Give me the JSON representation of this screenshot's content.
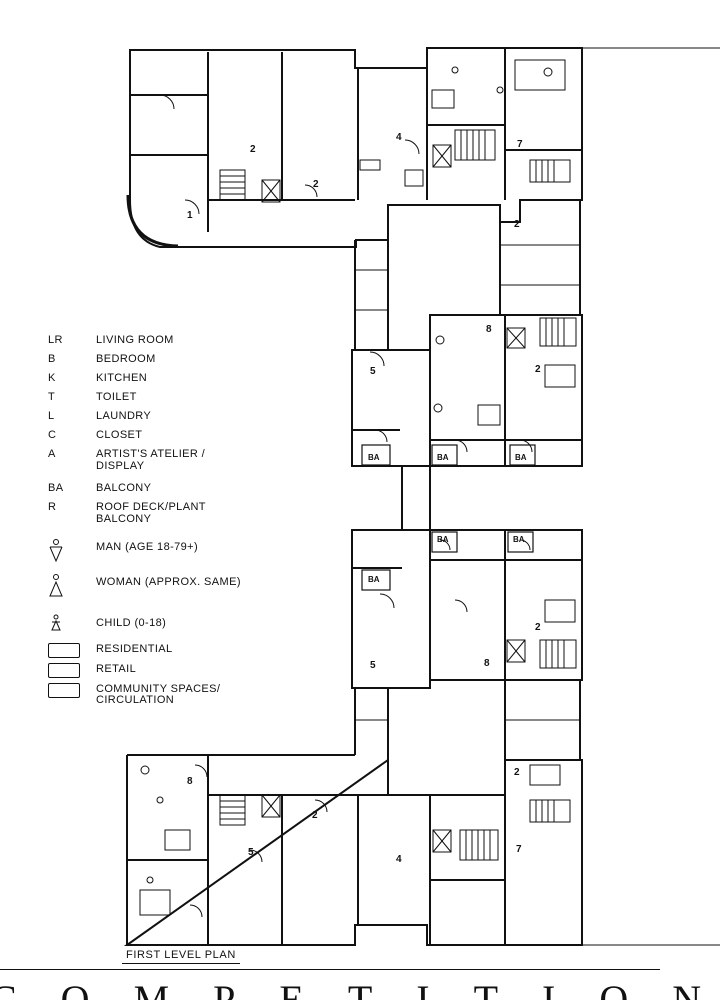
{
  "plan_title": "FIRST LEVEL PLAN",
  "banner_text": "COMPETITION",
  "legend": {
    "items": [
      {
        "abbr": "LR",
        "desc": "LIVING ROOM"
      },
      {
        "abbr": "B",
        "desc": "BEDROOM"
      },
      {
        "abbr": "K",
        "desc": "KITCHEN"
      },
      {
        "abbr": "T",
        "desc": "TOILET"
      },
      {
        "abbr": "L",
        "desc": "LAUNDRY"
      },
      {
        "abbr": "C",
        "desc": "CLOSET"
      },
      {
        "abbr": "A",
        "desc": "ARTIST'S ATELIER /",
        "desc2": "DISPLAY"
      },
      {
        "abbr": "BA",
        "desc": "BALCONY"
      },
      {
        "abbr": "R",
        "desc": "ROOF DECK/PLANT",
        "desc2": "BALCONY"
      }
    ],
    "people": [
      {
        "icon": "man-symbol-icon",
        "desc": "MAN (AGE 18-79+)"
      },
      {
        "icon": "woman-symbol-icon",
        "desc": "WOMAN (APPROX. SAME)"
      },
      {
        "icon": "child-symbol-icon",
        "desc": "CHILD (0-18)"
      }
    ],
    "zones": [
      {
        "desc": "RESIDENTIAL"
      },
      {
        "desc": "RETAIL"
      },
      {
        "desc": "COMMUNITY SPACES/",
        "desc2": "CIRCULATION"
      }
    ]
  },
  "room_numbers": {
    "nw_unit": "1",
    "nw_a": "2",
    "nw_b": "2",
    "n_mid": "4",
    "ne_unit": "7",
    "ne_stair": "2",
    "e_upper": "8",
    "e_upper_stair": "2",
    "w_upper": "5",
    "w_lower": "5",
    "e_lower": "8",
    "e_lower_stair": "2",
    "se_stair": "2",
    "sw_unit": "8",
    "s_a": "2",
    "s_b": "5",
    "s_mid": "4",
    "se_unit": "7",
    "ba_1": "BA",
    "ba_2": "BA",
    "ba_3": "BA",
    "ba_4": "BA",
    "ba_5": "BA",
    "ba_6": "BA"
  }
}
